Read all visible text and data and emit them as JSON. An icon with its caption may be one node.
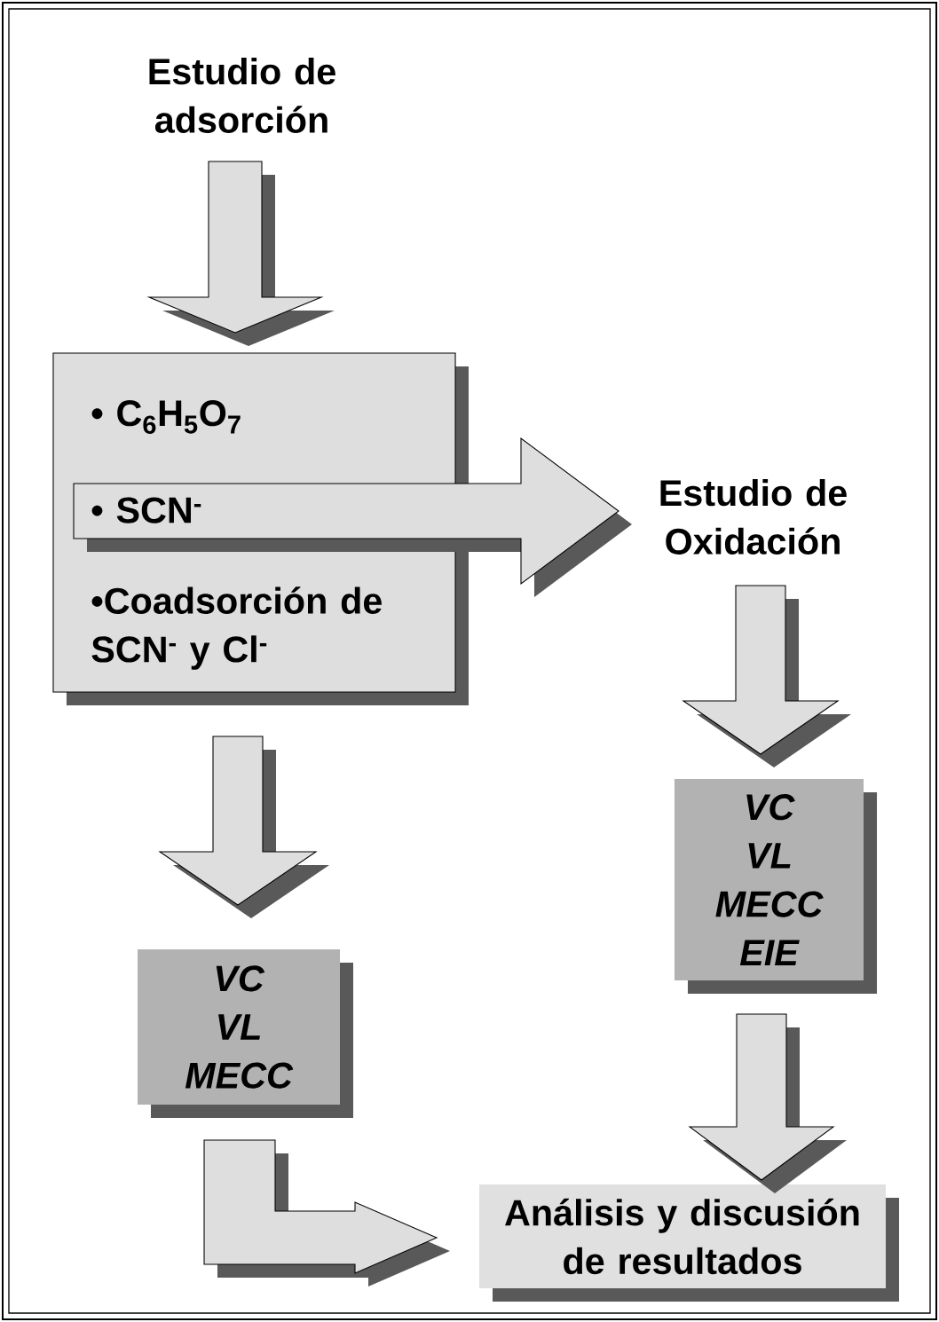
{
  "diagram": {
    "nodes": [
      {
        "text": [
          "Estudio de adsorción"
        ]
      },
      {
        "text": [
          "• C$_{6}$H$_{5}$O$_{7}$",
          "• SCN$^{-}$",
          "•Coadsorción de SCN$^{-}$ y Cl$^{-}$"
        ]
      },
      {
        "text": [
          "Estudio de Oxidación"
        ]
      },
      {
        "text": [
          "VC",
          "VL",
          "MECC"
        ]
      },
      {
        "text": [
          "VC",
          "VL",
          "MECC",
          "EIE"
        ]
      },
      {
        "text": [
          "Análisis y discusión de resultados"
        ]
      }
    ],
    "edges": [
      {
        "from": 0,
        "to": 1,
        "arrow": "to"
      },
      {
        "from": 1,
        "to": 2,
        "arrow": "to"
      },
      {
        "from": 1,
        "to": 3,
        "arrow": "to"
      },
      {
        "from": 2,
        "to": 4,
        "arrow": "to"
      },
      {
        "from": 4,
        "to": 5,
        "arrow": "to"
      },
      {
        "from": 3,
        "to": 5,
        "arrow": "to"
      }
    ]
  }
}
